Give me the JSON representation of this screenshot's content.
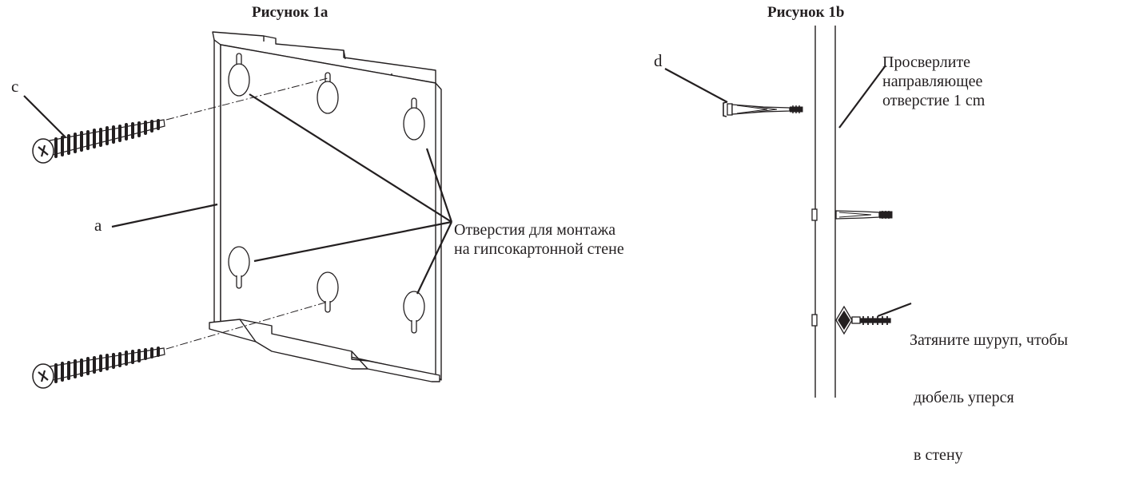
{
  "figures": [
    {
      "title": "Рисунок 1a"
    },
    {
      "title": "Рисунок 1b"
    }
  ],
  "callouts": {
    "a": "a",
    "c": "c",
    "d": "d",
    "mount_holes": [
      "Отверстия для монтажа",
      "на гипсокартонной стене"
    ],
    "drill": [
      "Просверлите",
      "направляющее",
      "отверстие 1 cm"
    ],
    "tighten": [
      "Затяните шуруп, чтобы",
      " дюбель уперся",
      " в стену"
    ]
  },
  "colors": {
    "line": "#231f20",
    "background": "#ffffff"
  }
}
